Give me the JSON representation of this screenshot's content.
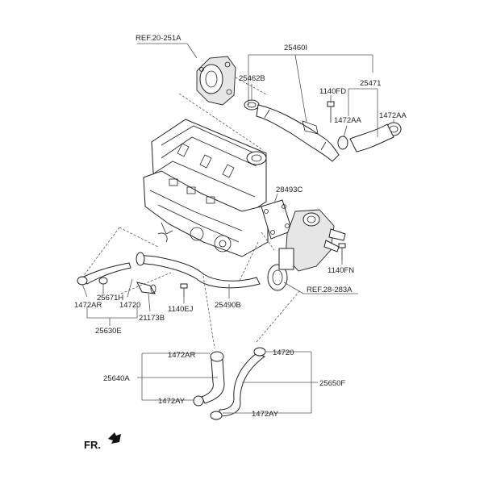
{
  "labels": {
    "ref_20_251a": "REF.20-251A",
    "p25460i": "25460I",
    "p25462b": "25462B",
    "p1140fd": "1140FD",
    "p25471": "25471",
    "p1472aa_a": "1472AA",
    "p1472aa_b": "1472AA",
    "p28493c": "28493C",
    "p1140fn": "1140FN",
    "ref_28_283a": "REF.28-283A",
    "p25671h": "25671H",
    "p1472ar_a": "1472AR",
    "p14720_a": "14720",
    "p21173b": "21173B",
    "p25630e": "25630E",
    "p1140ej": "1140EJ",
    "p25490b": "25490B",
    "p1472ar_b": "1472AR",
    "p14720_b": "14720",
    "p25640a": "25640A",
    "p25650f": "25650F",
    "p1472ay_a": "1472AY",
    "p1472ay_b": "1472AY",
    "fr": "FR."
  }
}
